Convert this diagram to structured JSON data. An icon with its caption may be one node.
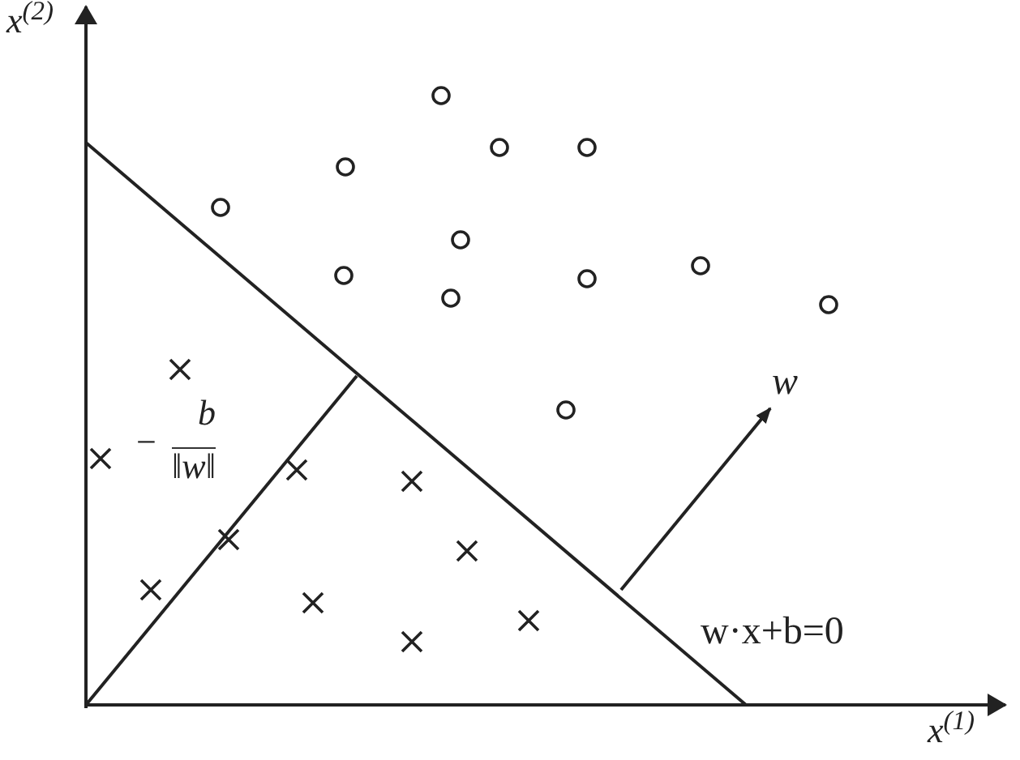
{
  "diagram": {
    "labels": [
      "x$^{(2)}$",
      "x$^{(1)}$",
      "w",
      "w·x+b=0",
      "−",
      "b",
      "‖w‖"
    ]
  }
}
